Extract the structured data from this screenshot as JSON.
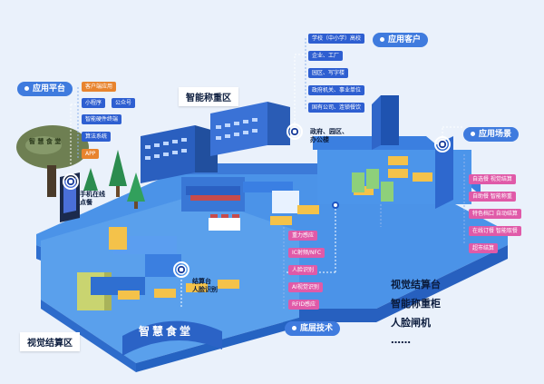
{
  "categories": {
    "platform": "应用平台",
    "customers": "应用客户",
    "scenarios": "应用场景",
    "tech": "底层技术"
  },
  "platform_items": [
    "客户端应用",
    "小程序",
    "公众号",
    "智能硬件终端",
    "算法系统",
    "APP"
  ],
  "customer_items": [
    "学校（中小学）高校",
    "企业、工厂",
    "园区、写字楼",
    "政府机关、事业单位",
    "国有公司、连锁餐饮"
  ],
  "scenario_items": [
    "自选餐 视觉结算",
    "自助餐 智能称重",
    "特色档口 自动结算",
    "在线订餐 智能取餐",
    "超市结算"
  ],
  "tech_items": [
    "重力感应",
    "IC射频/NFC",
    "人脸识别",
    "AI视觉识别",
    "RFID感应"
  ],
  "zones": {
    "smart_weighing": "智能称重区",
    "visual_checkout": "视觉结算区"
  },
  "scene_notes": {
    "mobile_order": "手机在线\n点餐",
    "gov_park": "政府、园区、\n办公楼",
    "checkout_counter": "结算台\n人脸识别",
    "canteen_sign": "智慧食堂",
    "board_text": "智 慧 食 堂"
  },
  "device_list": [
    "视觉结算台",
    "智能称重柜",
    "人脸闸机",
    "……"
  ],
  "colors": {
    "category_bg": "#3f7bde",
    "tag_blue": "#2e5fd1",
    "tag_pink": "#e05aa8",
    "tag_orange": "#e8842e",
    "floor": "#3f86e0",
    "building": "#2f66c9"
  }
}
